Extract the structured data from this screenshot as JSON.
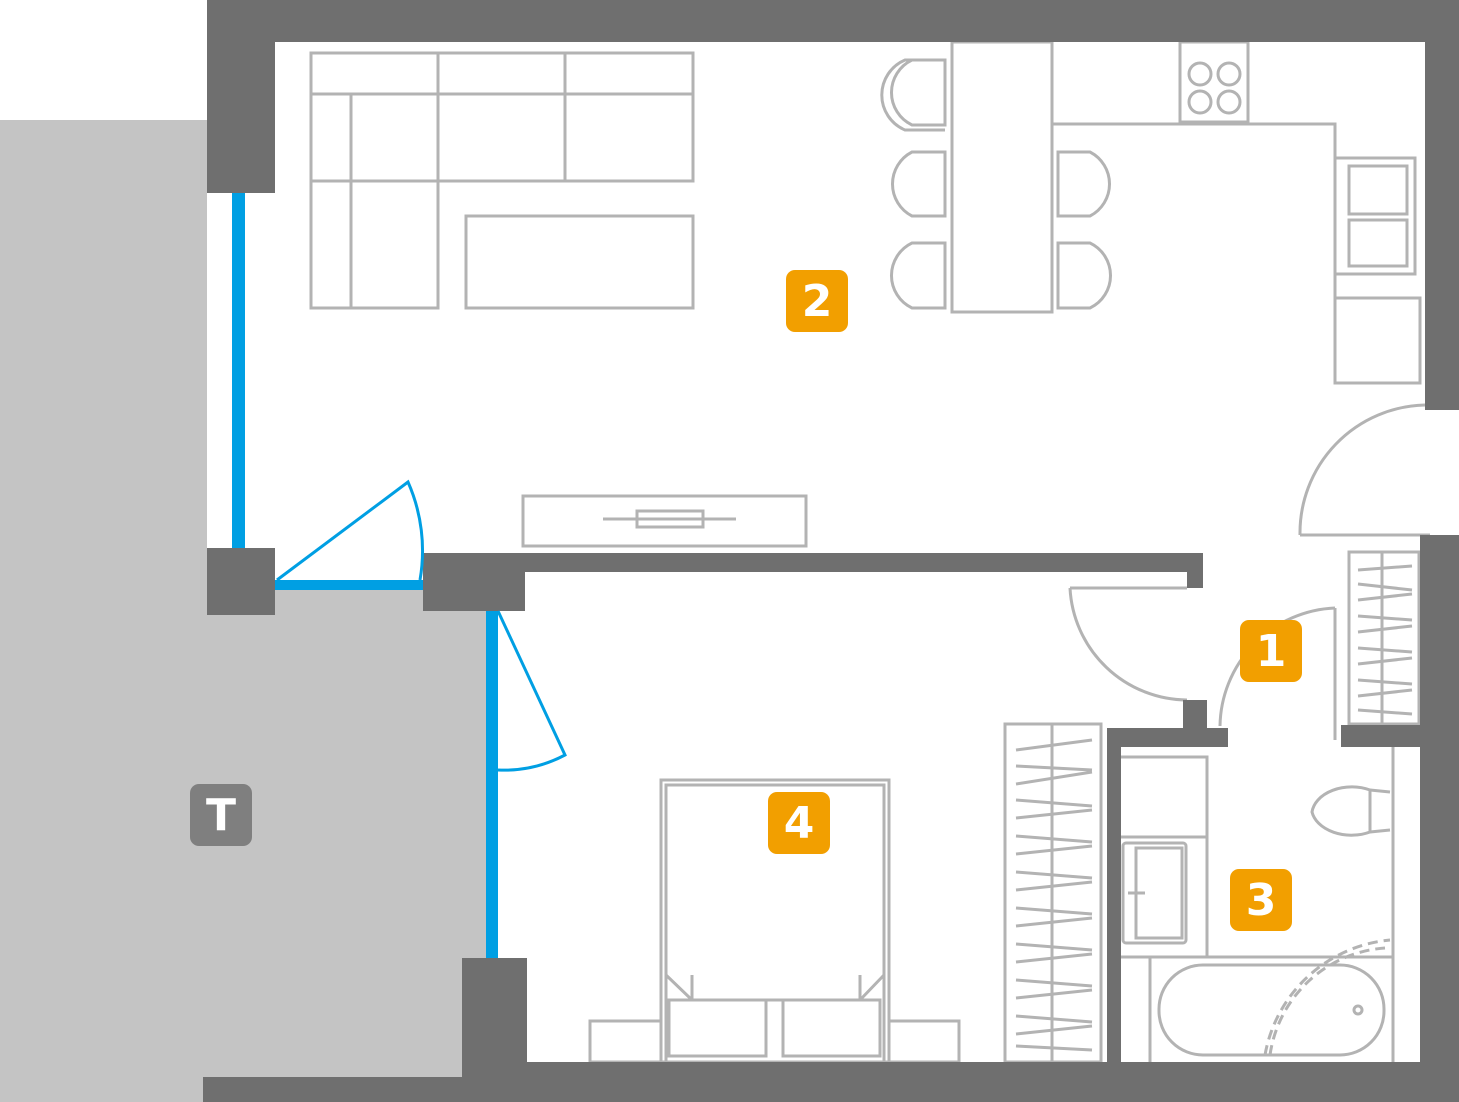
{
  "rooms": [
    {
      "id": "1",
      "label": "1"
    },
    {
      "id": "2",
      "label": "2"
    },
    {
      "id": "3",
      "label": "3"
    },
    {
      "id": "4",
      "label": "4"
    }
  ],
  "terrace": {
    "label": "T"
  },
  "colors": {
    "wall": "#6f6f6f",
    "furniture": "#b3b3b3",
    "window": "#009fe3",
    "room_badge": "#f29f00",
    "terrace": "#c4c4c4",
    "terrace_badge": "#7f7f7f"
  }
}
